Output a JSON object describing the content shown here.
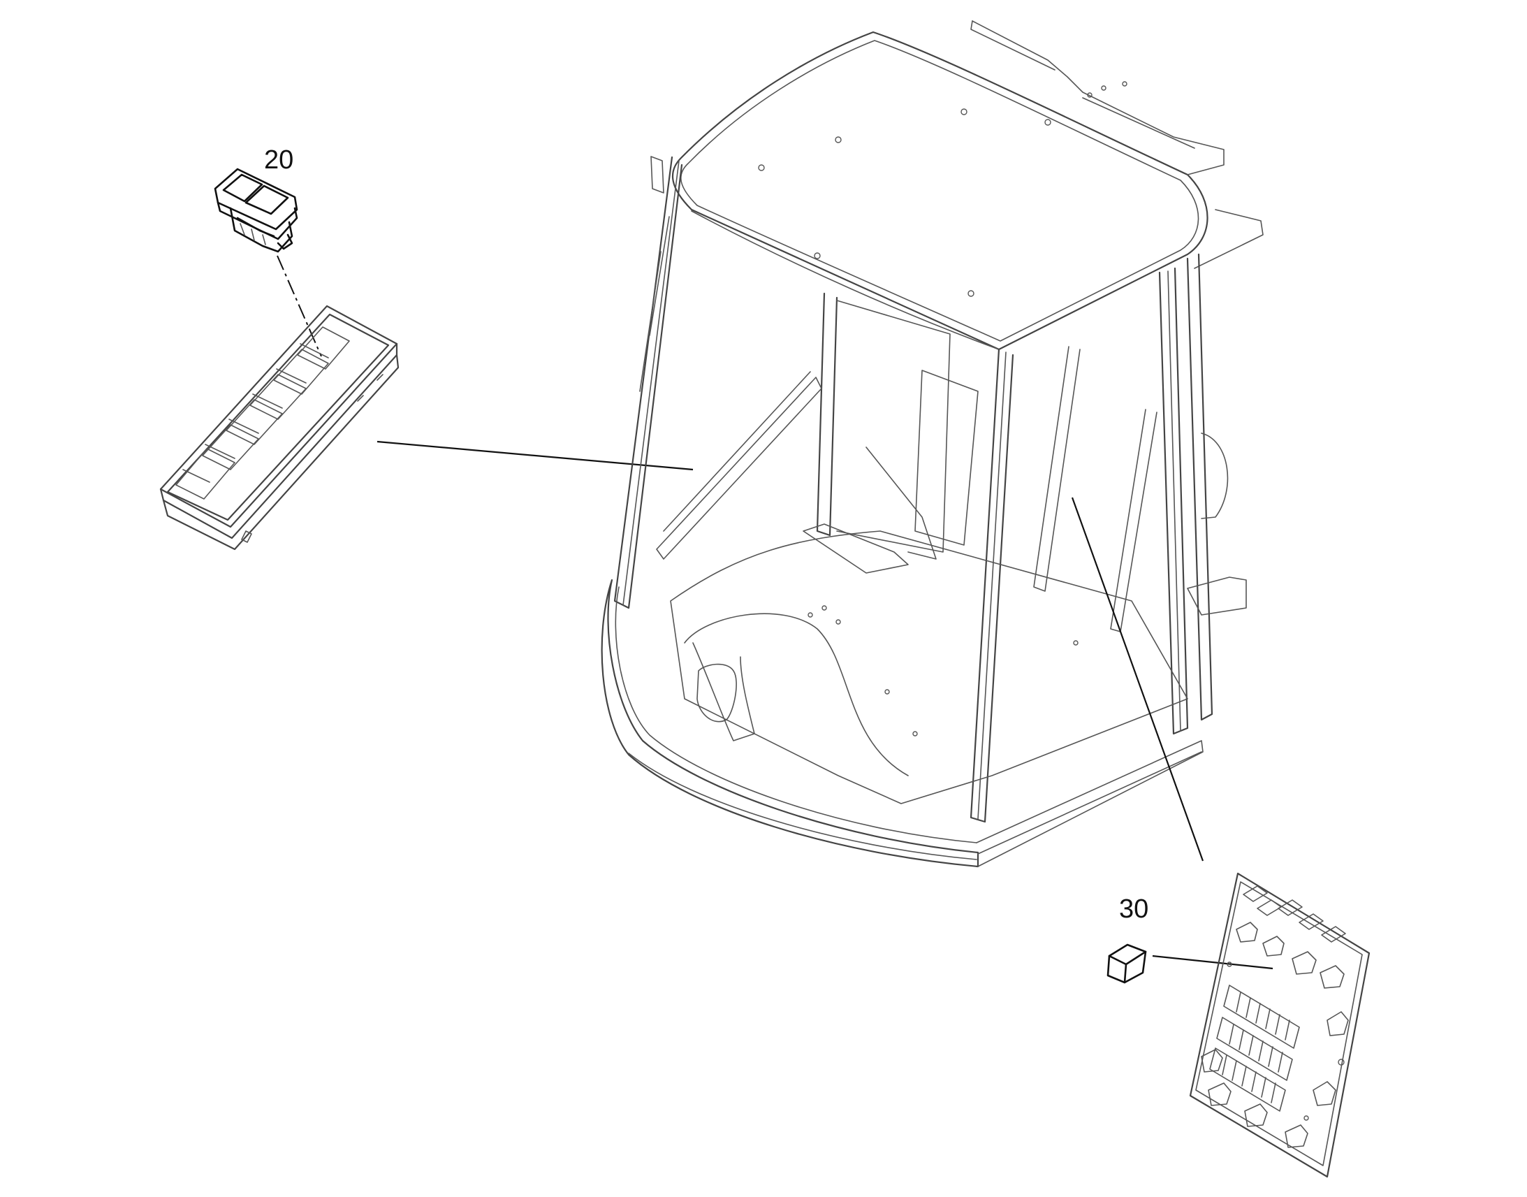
{
  "callouts": [
    {
      "id": "20",
      "label": "20"
    },
    {
      "id": "30",
      "label": "30"
    }
  ],
  "parts": {
    "rocker_switch": "rocker-switch",
    "switch_panel": "switch-panel",
    "cab": "operator-cab",
    "fuse_board": "fuse-relay-board",
    "fuse": "fuse"
  },
  "colors": {
    "line": "#444444",
    "ink": "#111111",
    "background": "#ffffff"
  }
}
